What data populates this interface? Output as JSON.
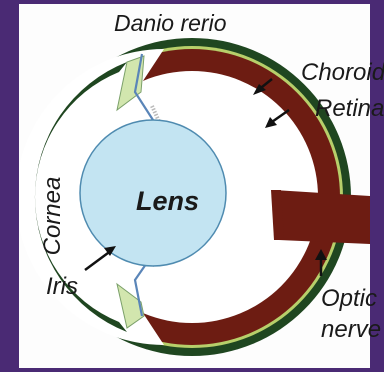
{
  "diagram": {
    "title": "Danio rerio",
    "labels": {
      "choroid": "Choroid",
      "retina": "Retina",
      "lens": "Lens",
      "cornea": "Cornea",
      "iris": "Iris",
      "optic": "Optic",
      "nerve": "nerve"
    },
    "colors": {
      "background": "#4a2a74",
      "panel": "#fdfdfd",
      "cornea_outer": "#1f4620",
      "choroid": "#b7cf6a",
      "retina": "#6d1c12",
      "lens": "#c3e4f2",
      "lens_outline": "#4f8bb0",
      "iris_tissue": "#d2e6ae",
      "iris_line": "#5a85b8"
    }
  }
}
